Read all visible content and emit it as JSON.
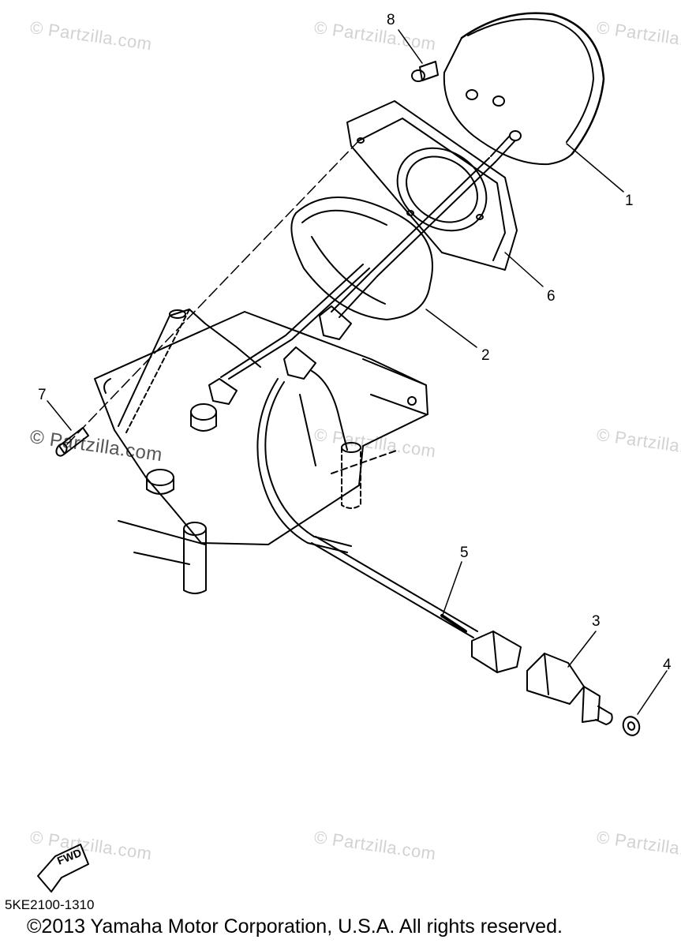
{
  "watermarks": [
    "© Partzilla.com",
    "© Partzilla.com",
    "© Partzilla.com",
    "© Partzilla.com",
    "© Partzilla.com",
    "© Partzilla.com",
    "© Partzilla.com",
    "© Partzilla.com",
    "© Partzilla.com"
  ],
  "callouts": [
    "1",
    "2",
    "3",
    "4",
    "5",
    "6",
    "7",
    "8"
  ],
  "fwd_label": "FWD",
  "doc_code": "5KE2100-1310",
  "copyright": "©2013 Yamaha Motor Corporation, U.S.A. All rights reserved."
}
